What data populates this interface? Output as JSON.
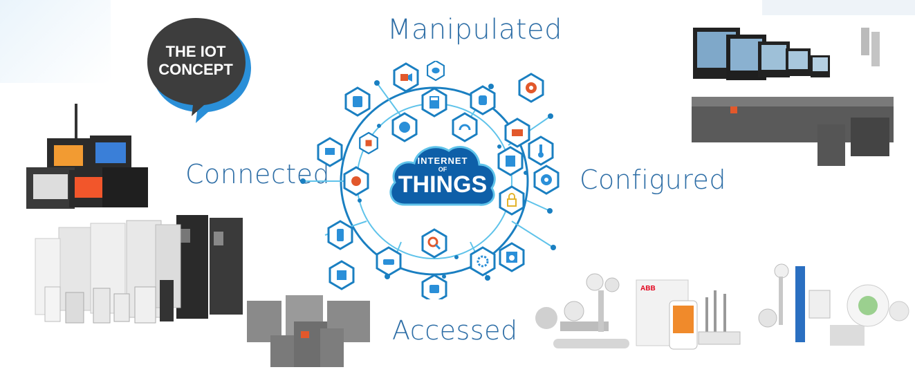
{
  "badge": {
    "line1": "THE IOT",
    "line2": "CONCEPT"
  },
  "labels": {
    "top": "Manipulated",
    "left": "Connected",
    "right": "Configured",
    "bottom": "Accessed"
  },
  "cloud": {
    "line1": "INTERNET",
    "line2": "OF",
    "line3": "THINGS"
  },
  "device_brand": "ABB",
  "colors": {
    "accent": "#1a7fc1",
    "light_accent": "#5fc3ea",
    "cloud": "#0e5fa8",
    "badge": "#3d3d3d",
    "badge_shadow": "#2a8fd8",
    "text": "#2e6ea6"
  },
  "icons": [
    "tablet-icon",
    "video-camera-icon",
    "chat-icon",
    "smartwatch-icon",
    "surveillance-camera-icon",
    "calculator-icon",
    "drone-icon",
    "headphones-icon",
    "scale-icon",
    "printer-icon",
    "gear-icon",
    "house-icon",
    "fish-tank-icon",
    "mobile-phone-icon",
    "laptop-icon",
    "thermometer-icon",
    "coffee-machine-icon",
    "lock-icon",
    "dumbbell-icon",
    "washing-machine-icon",
    "car-icon",
    "music-icon",
    "toaster-icon",
    "magnifier-icon",
    "speaker-icon"
  ]
}
